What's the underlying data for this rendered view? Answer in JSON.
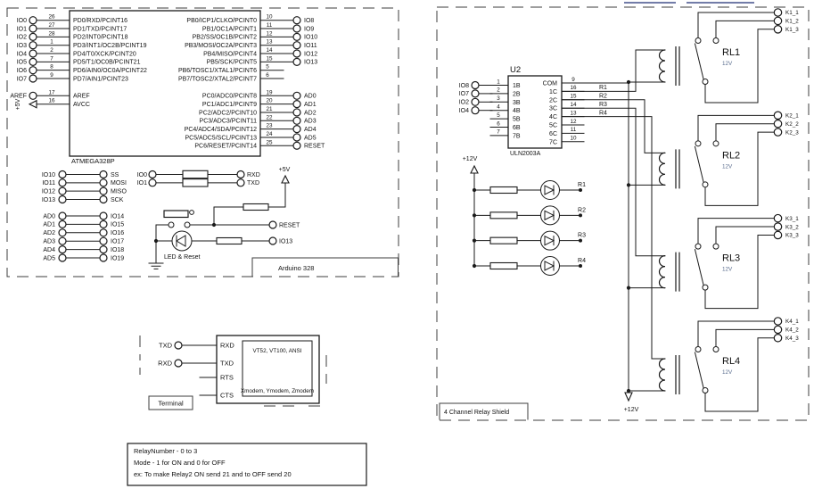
{
  "colors": {
    "line": "#1a1a1a",
    "link_blue": "#44508c",
    "voltage_sub": "#5b6e8f"
  },
  "schematic": {
    "arduino_tab": "Arduino 328",
    "relay_tab": "4 Channel Relay Shield",
    "note": {
      "lines": [
        "RelayNumber - 0 to 3",
        "Mode - 1 for ON and 0 for OFF",
        "ex: To make Relay2 ON send 21 and to OFF send 20"
      ]
    },
    "power": {
      "v5": "+5V",
      "v12": "+12V"
    },
    "reset_label": "RESET",
    "io13_label": "IO13",
    "led_reset_label": "LED & Reset",
    "mcu": {
      "ref": "ATMEGA328P",
      "left_rows": [
        {
          "io": "IO0",
          "num": "26",
          "name": "PD0/RXD/PCINT16"
        },
        {
          "io": "IO1",
          "num": "27",
          "name": "PD1/TXD/PCINT17"
        },
        {
          "io": "IO2",
          "num": "28",
          "name": "PD2/INT0/PCINT18"
        },
        {
          "io": "IO3",
          "num": "1",
          "name": "PD3/INT1/OC2B/PCINT19"
        },
        {
          "io": "IO4",
          "num": "2",
          "name": "PD4/T0/XCK/PCINT20"
        },
        {
          "io": "IO5",
          "num": "7",
          "name": "PD5/T1/OC0B/PCINT21"
        },
        {
          "io": "IO6",
          "num": "8",
          "name": "PD6/AIN0/OC0A/PCINT22"
        },
        {
          "io": "IO7",
          "num": "9",
          "name": "PD7/AIN1/PCINT23"
        }
      ],
      "aref": {
        "io": "AREF",
        "num": "17",
        "name": "AREF"
      },
      "avcc": {
        "num": "16",
        "name": "AVCC"
      },
      "right_io_rows": [
        {
          "num": "10",
          "name": "PB0/ICP1/CLKO/PCINT0",
          "ext": "IO8"
        },
        {
          "num": "11",
          "name": "PB1/OC1A/PCINT1",
          "ext": "IO9"
        },
        {
          "num": "12",
          "name": "PB2/SS/OC1B/PCINT2",
          "ext": "IO10"
        },
        {
          "num": "13",
          "name": "PB3/MOSI/OC2A/PCINT3",
          "ext": "IO11"
        },
        {
          "num": "14",
          "name": "PB4/MISO/PCINT4",
          "ext": "IO12"
        },
        {
          "num": "15",
          "name": "PB5/SCK/PCINT5",
          "ext": "IO13"
        }
      ],
      "stub_rows": [
        {
          "num": "5",
          "name": "PB6/TOSC1/XTAL1/PCINT6"
        },
        {
          "num": "6",
          "name": "PB7/TOSC2/XTAL2/PCINT7"
        }
      ],
      "pc_rows": [
        {
          "num": "19",
          "name": "PC0/ADC0/PCINT8",
          "ext": "AD0"
        },
        {
          "num": "20",
          "name": "PC1/ADC1/PCINT9",
          "ext": "AD1"
        },
        {
          "num": "21",
          "name": "PC2/ADC2/PCINT10",
          "ext": "AD2"
        },
        {
          "num": "22",
          "name": "PC3/ADC3/PCINT11",
          "ext": "AD3"
        },
        {
          "num": "23",
          "name": "PC4/ADC4/SDA/PCINT12",
          "ext": "AD4"
        },
        {
          "num": "24",
          "name": "PC5/ADC5/SCL/PCINT13",
          "ext": "AD5"
        },
        {
          "num": "25",
          "name": "PC6/RESET/PCINT14",
          "ext": "RESET"
        }
      ]
    },
    "spi_jumpers": [
      {
        "l": "IO10",
        "r": "SS"
      },
      {
        "l": "IO11",
        "r": "MOSI"
      },
      {
        "l": "IO12",
        "r": "MISO"
      },
      {
        "l": "IO13",
        "r": "SCK"
      }
    ],
    "analog_jumpers": [
      {
        "l": "AD0",
        "r": "IO14"
      },
      {
        "l": "AD1",
        "r": "IO15"
      },
      {
        "l": "AD2",
        "r": "IO16"
      },
      {
        "l": "AD3",
        "r": "IO17"
      },
      {
        "l": "AD4",
        "r": "IO18"
      },
      {
        "l": "AD5",
        "r": "IO19"
      }
    ],
    "serial_jumpers": [
      {
        "l": "IO0",
        "r": "RXD"
      },
      {
        "l": "IO1",
        "r": "TXD"
      }
    ],
    "terminal": {
      "tab": "Terminal",
      "ext_txd": "TXD",
      "ext_rxd": "RXD",
      "pin_rxd": "RXD",
      "pin_txd": "TXD",
      "pin_rts": "RTS",
      "pin_cts": "CTS",
      "emulation": "VT52, VT100, ANSI",
      "protocols": "Xmodem, Ymodem, Zmodem"
    },
    "uln": {
      "ref": "U2",
      "part": "ULN2003A",
      "inputs": [
        {
          "io": "IO8"
        },
        {
          "io": "IO7"
        },
        {
          "io": "IO2"
        },
        {
          "io": "IO4"
        }
      ],
      "pins_left": [
        {
          "num": "1",
          "name": "1B"
        },
        {
          "num": "2",
          "name": "2B"
        },
        {
          "num": "3",
          "name": "3B"
        },
        {
          "num": "4",
          "name": "4B"
        },
        {
          "num": "5",
          "name": "5B"
        },
        {
          "num": "6",
          "name": "6B"
        },
        {
          "num": "7",
          "name": "7B"
        }
      ],
      "pins_right": [
        {
          "num": "9",
          "name": "COM"
        },
        {
          "num": "16",
          "name": "1C"
        },
        {
          "num": "15",
          "name": "2C"
        },
        {
          "num": "14",
          "name": "3C"
        },
        {
          "num": "13",
          "name": "4C"
        },
        {
          "num": "12",
          "name": "5C"
        },
        {
          "num": "11",
          "name": "6C"
        },
        {
          "num": "10",
          "name": "7C"
        }
      ],
      "r_labels": [
        {
          "label": "R1"
        },
        {
          "label": "R2"
        },
        {
          "label": "R3"
        },
        {
          "label": "R4"
        }
      ]
    },
    "led_rows": [
      {
        "label": "R1"
      },
      {
        "label": "R2"
      },
      {
        "label": "R3"
      },
      {
        "label": "R4"
      }
    ],
    "relays": [
      {
        "name": "RL1",
        "voltage": "12V",
        "k": [
          "K1_1",
          "K1_2",
          "K1_3"
        ]
      },
      {
        "name": "RL2",
        "voltage": "12V",
        "k": [
          "K2_1",
          "K2_2",
          "K2_3"
        ]
      },
      {
        "name": "RL3",
        "voltage": "12V",
        "k": [
          "K3_1",
          "K3_2",
          "K3_3"
        ]
      },
      {
        "name": "RL4",
        "voltage": "12V",
        "k": [
          "K4_1",
          "K4_2",
          "K4_3"
        ]
      }
    ]
  }
}
